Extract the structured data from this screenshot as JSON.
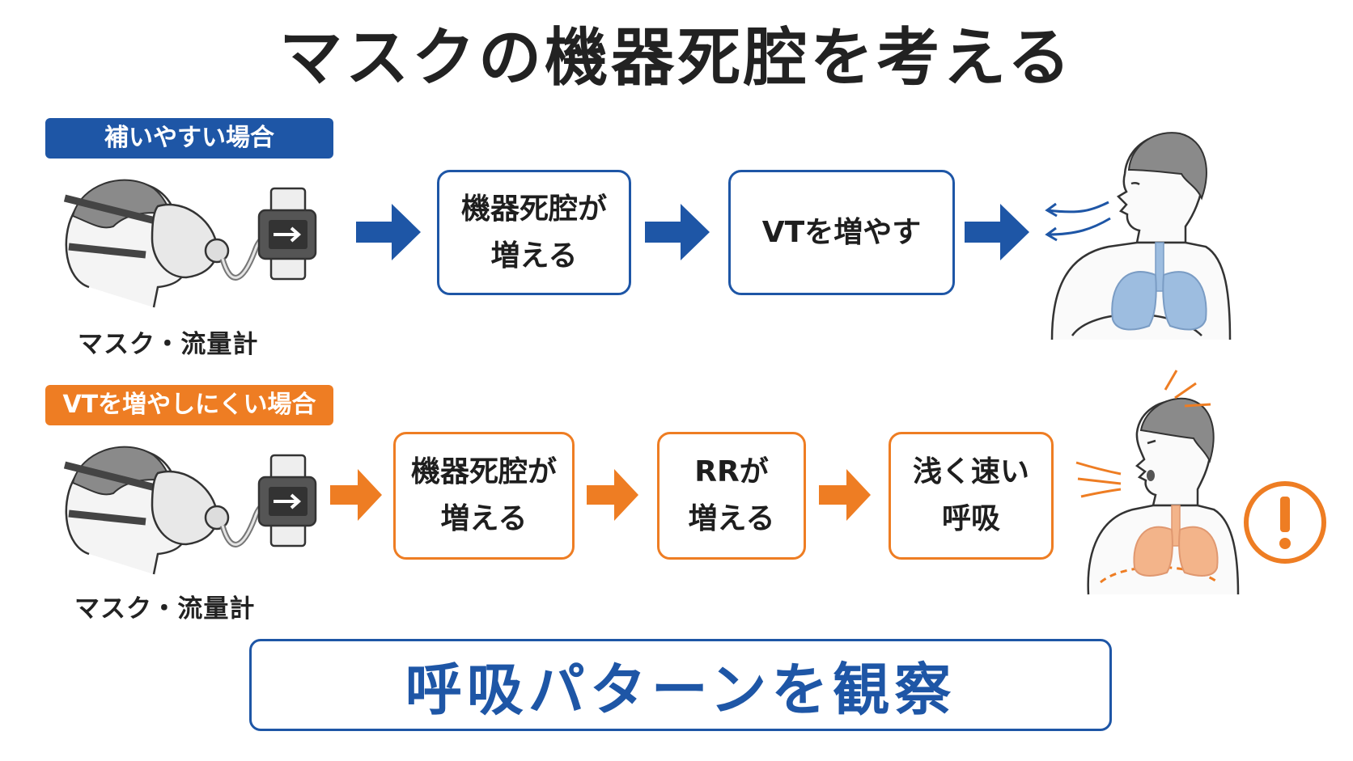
{
  "title": "マスクの機器死腔を考える",
  "colors": {
    "blue": "#1e56a6",
    "orange": "#ee7d23",
    "lung_blue": "#9dbde0",
    "lung_orange": "#f3b48a"
  },
  "row1": {
    "label": "補いやすい場合",
    "device_caption": "マスク・流量計",
    "device_icon": "face-mask-flowmeter-icon",
    "boxes": [
      "機器死腔が\n増える",
      "VTを増やす"
    ],
    "person_icon": "person-breathing-calm-icon"
  },
  "row2": {
    "label": "VTを増やしにくい場合",
    "device_caption": "マスク・流量計",
    "device_icon": "face-mask-flowmeter-icon",
    "boxes": [
      "機器死腔が\n増える",
      "RRが\n増える",
      "浅く速い\n呼吸"
    ],
    "person_icon": "person-breathing-distress-icon",
    "alert_icon": "exclamation-warning-icon"
  },
  "bottom": "呼吸パターンを観察"
}
